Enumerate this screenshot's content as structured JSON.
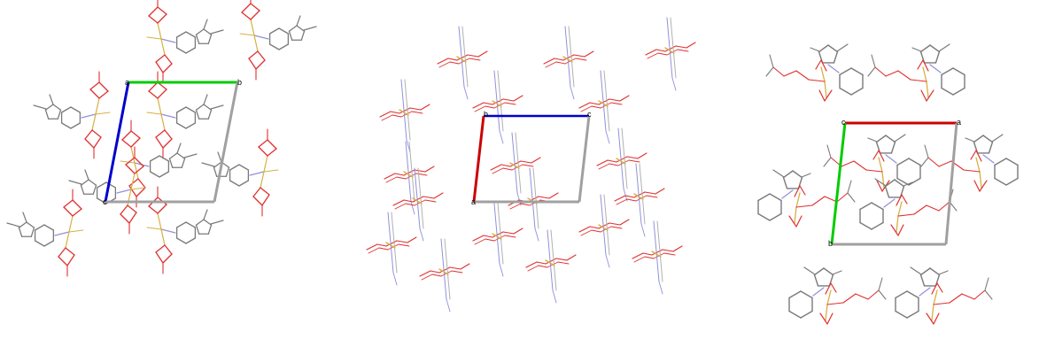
{
  "colors": {
    "axis_a": "#cc0000",
    "axis_b": "#00cc00",
    "axis_c": "#0000cc",
    "cell_edge": "#a0a0a0",
    "carbon": "#7a7a7a",
    "oxygen": "#e03030",
    "nitrogen": "#9090dd",
    "metal": "#d8b040"
  },
  "panels": [
    {
      "id": "left",
      "axis_labels": {
        "origin": "c",
        "corner_a": "a",
        "corner_b": "b"
      }
    },
    {
      "id": "middle",
      "axis_labels": {
        "origin": "a",
        "corner_b": "b",
        "corner_c": "c"
      }
    },
    {
      "id": "right",
      "axis_labels": {
        "origin": "b",
        "corner_c": "c",
        "corner_a": "a"
      }
    }
  ]
}
